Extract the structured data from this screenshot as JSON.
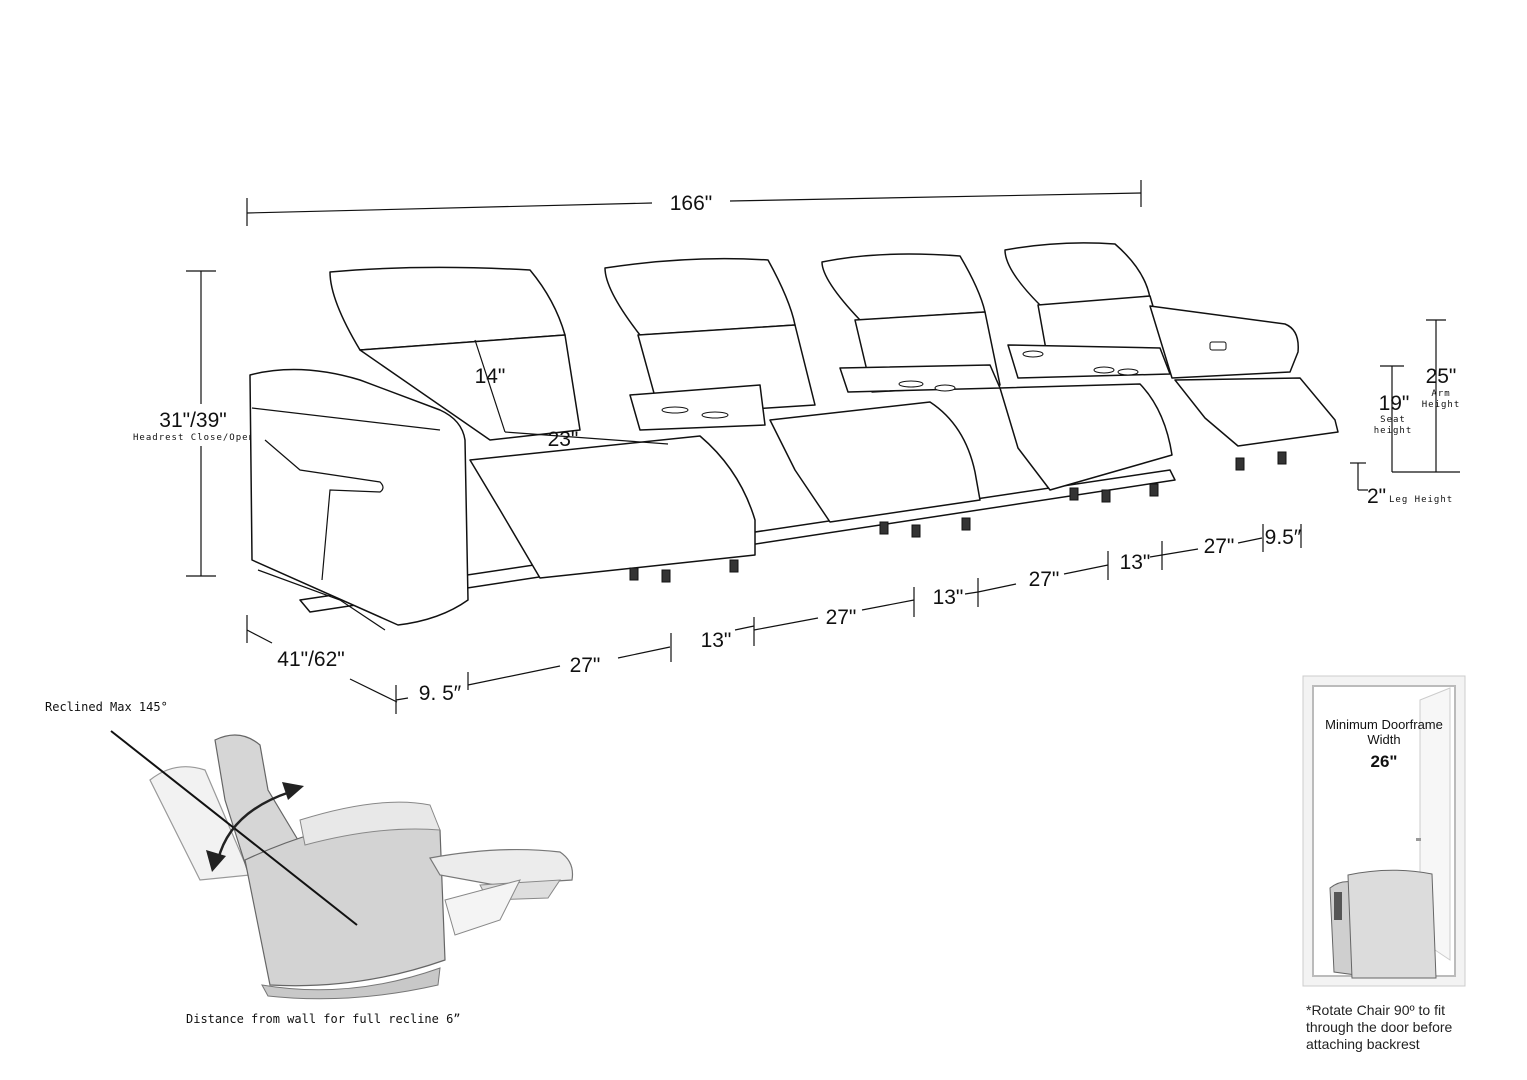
{
  "dimensions": {
    "total_length": "166\"",
    "height": "31\"/39\"",
    "height_caption": "Headrest Close/Open",
    "depth": "41\"/62\"",
    "headrest": "14\"",
    "seat_depth": "23\"",
    "seat_height": "19\"",
    "seat_height_caption_1": "Seat",
    "seat_height_caption_2": "height",
    "arm_height": "25\"",
    "arm_height_caption_1": "Arm",
    "arm_height_caption_2": "Height",
    "leg_height": "2\"",
    "leg_height_caption": "Leg Height",
    "front_segments": [
      "9. 5″",
      "27\"",
      "13\"",
      "27\"",
      "13\"",
      "27\"",
      "13\"",
      "27\"",
      "9.5″"
    ]
  },
  "recline": {
    "max_label": "Reclined Max 145°",
    "wall_distance_label": "Distance from wall for full recline 6”"
  },
  "doorframe": {
    "title_line1": "Minimum Doorframe",
    "title_line2": "Width",
    "width": "26\"",
    "note_line1": "*Rotate Chair 90º to fit",
    "note_line2": "through the door before",
    "note_line3": "attaching backrest"
  }
}
